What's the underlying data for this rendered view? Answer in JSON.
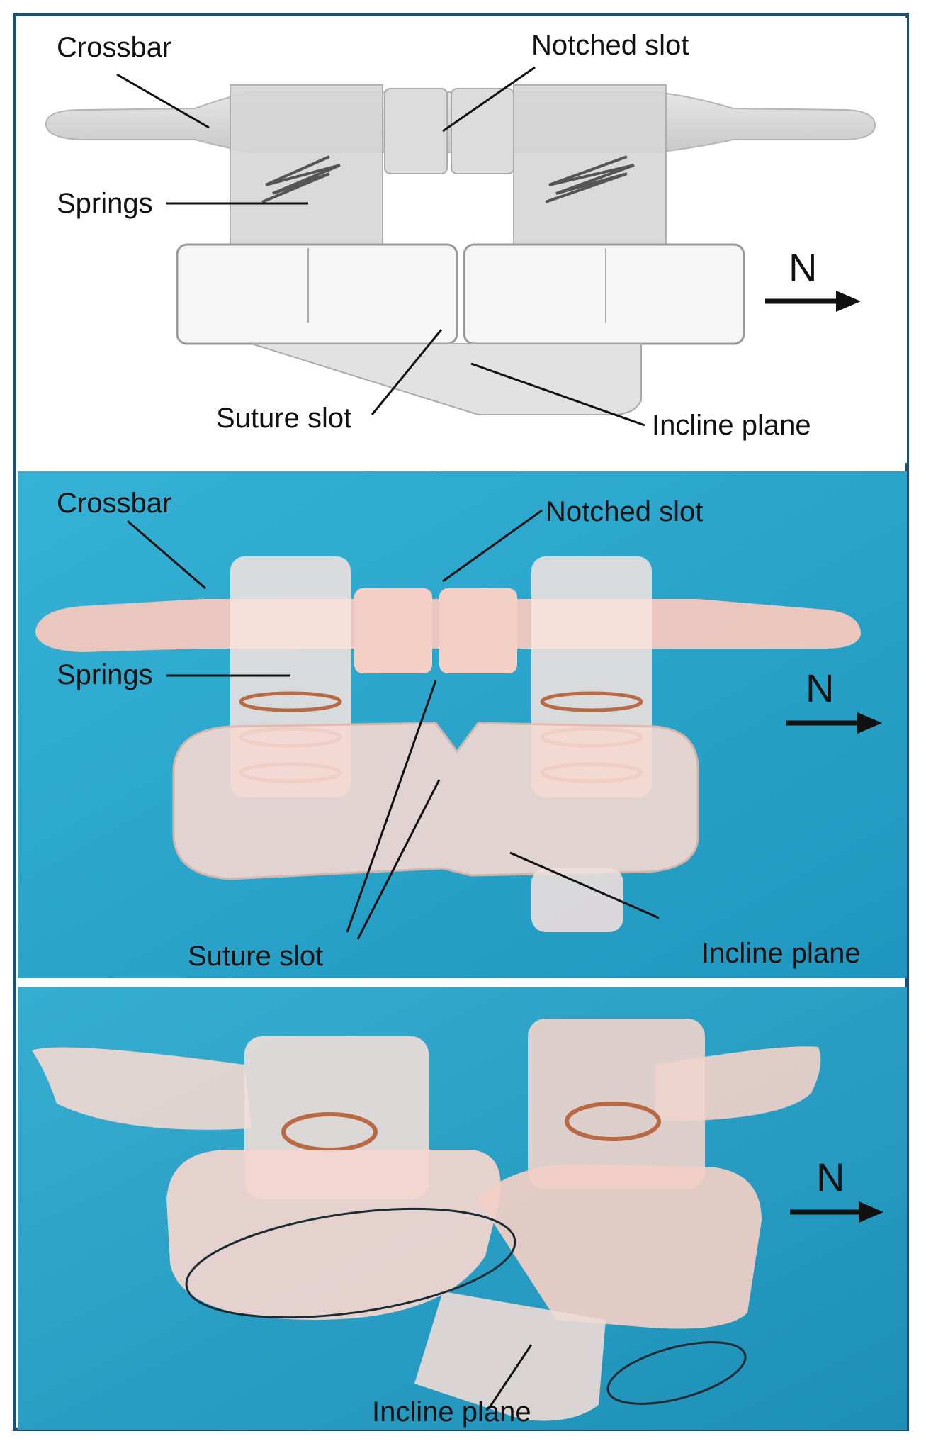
{
  "panels": [
    {
      "kind": "schematic",
      "labels": {
        "crossbar": "Crossbar",
        "notched_slot": "Notched slot",
        "springs": "Springs",
        "suture_slot": "Suture slot",
        "incline_plane": "Incline plane",
        "north": "N"
      }
    },
    {
      "kind": "photo-side",
      "labels": {
        "crossbar": "Crossbar",
        "notched_slot": "Notched slot",
        "springs": "Springs",
        "suture_slot": "Suture slot",
        "incline_plane": "Incline plane",
        "north": "N"
      }
    },
    {
      "kind": "photo-angled",
      "labels": {
        "incline_plane": "Incline plane",
        "north": "N"
      }
    }
  ],
  "colors": {
    "frame": "#1f4f73",
    "photo_bg": "#2aa3c9",
    "device_pink": "#f2c3b8",
    "spring": "#b96a45",
    "schematic_gray": "#cfcfcf"
  }
}
